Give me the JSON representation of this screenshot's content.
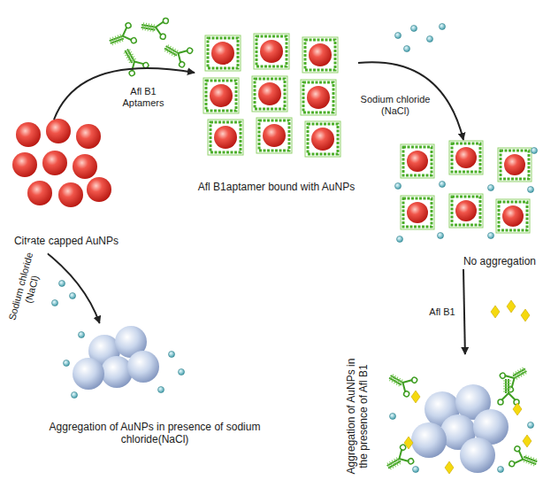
{
  "diagram": {
    "nodes": [
      {
        "text": [
          "Citrate capped AuNPs"
        ]
      },
      {
        "text": [
          "Afl B1aptamer bound with AuNPs"
        ]
      },
      {
        "text": [
          "No aggregation"
        ]
      },
      {
        "text": [
          "Aggregation of AuNPs in the presence of Afl B1"
        ]
      },
      {
        "text": [
          "Aggregation of AuNPs in presence of sodium chloride(NaCl)"
        ]
      }
    ],
    "edges": [
      {
        "from": 0,
        "to": 1,
        "arrow": "to",
        "label": "Afl B1 Aptamers"
      },
      {
        "from": 1,
        "to": 2,
        "arrow": "to",
        "label": "Sodium chloride (NaCl)"
      },
      {
        "from": 2,
        "to": 3,
        "arrow": "to",
        "label": "Afl B1"
      },
      {
        "from": 0,
        "to": 4,
        "arrow": "to",
        "label": "Sodium chloride (NaCl)"
      }
    ]
  }
}
